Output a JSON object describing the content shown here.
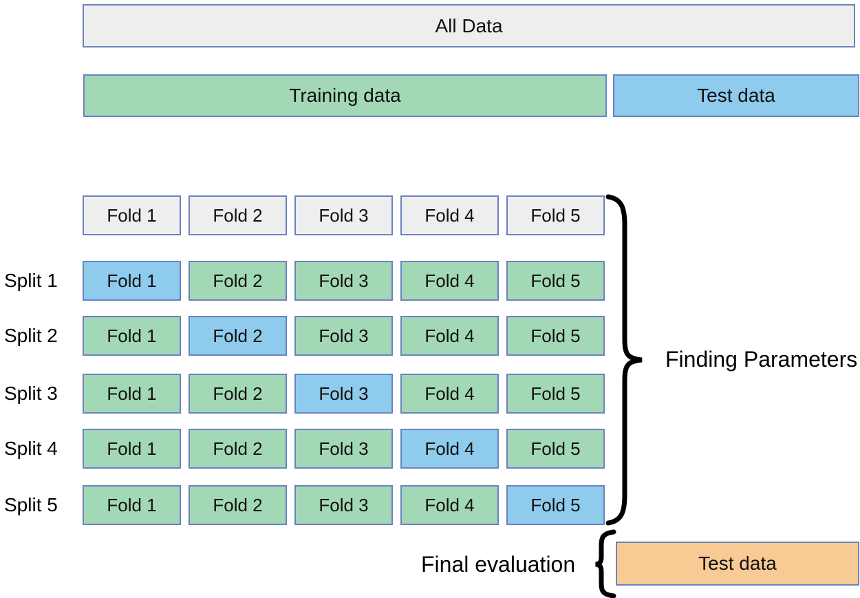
{
  "diagram": {
    "title_bar": {
      "label": "All Data"
    },
    "split_bar": {
      "training": "Training data",
      "test": "Test data"
    },
    "fold_header": {
      "folds": [
        "Fold 1",
        "Fold 2",
        "Fold 3",
        "Fold 4",
        "Fold 5"
      ]
    },
    "splits": [
      {
        "label": "Split 1",
        "folds": [
          {
            "label": "Fold 1",
            "role": "validation"
          },
          {
            "label": "Fold 2",
            "role": "train"
          },
          {
            "label": "Fold 3",
            "role": "train"
          },
          {
            "label": "Fold 4",
            "role": "train"
          },
          {
            "label": "Fold 5",
            "role": "train"
          }
        ]
      },
      {
        "label": "Split 2",
        "folds": [
          {
            "label": "Fold 1",
            "role": "train"
          },
          {
            "label": "Fold 2",
            "role": "validation"
          },
          {
            "label": "Fold 3",
            "role": "train"
          },
          {
            "label": "Fold 4",
            "role": "train"
          },
          {
            "label": "Fold 5",
            "role": "train"
          }
        ]
      },
      {
        "label": "Split 3",
        "folds": [
          {
            "label": "Fold 1",
            "role": "train"
          },
          {
            "label": "Fold 2",
            "role": "train"
          },
          {
            "label": "Fold 3",
            "role": "validation"
          },
          {
            "label": "Fold 4",
            "role": "train"
          },
          {
            "label": "Fold 5",
            "role": "train"
          }
        ]
      },
      {
        "label": "Split 4",
        "folds": [
          {
            "label": "Fold 1",
            "role": "train"
          },
          {
            "label": "Fold 2",
            "role": "train"
          },
          {
            "label": "Fold 3",
            "role": "train"
          },
          {
            "label": "Fold 4",
            "role": "validation"
          },
          {
            "label": "Fold 5",
            "role": "train"
          }
        ]
      },
      {
        "label": "Split 5",
        "folds": [
          {
            "label": "Fold 1",
            "role": "train"
          },
          {
            "label": "Fold 2",
            "role": "train"
          },
          {
            "label": "Fold 3",
            "role": "train"
          },
          {
            "label": "Fold 4",
            "role": "train"
          },
          {
            "label": "Fold 5",
            "role": "validation"
          }
        ]
      }
    ],
    "annotations": {
      "finding_parameters": "Finding Parameters",
      "final_evaluation": "Final evaluation"
    },
    "final_test_box": {
      "label": "Test data"
    },
    "colors": {
      "border": "#6c82c0",
      "grey": "#eeeeee",
      "green": "#a3d8b6",
      "blue": "#8ecbed",
      "orange": "#f9cb94",
      "brace": "#000000"
    }
  }
}
